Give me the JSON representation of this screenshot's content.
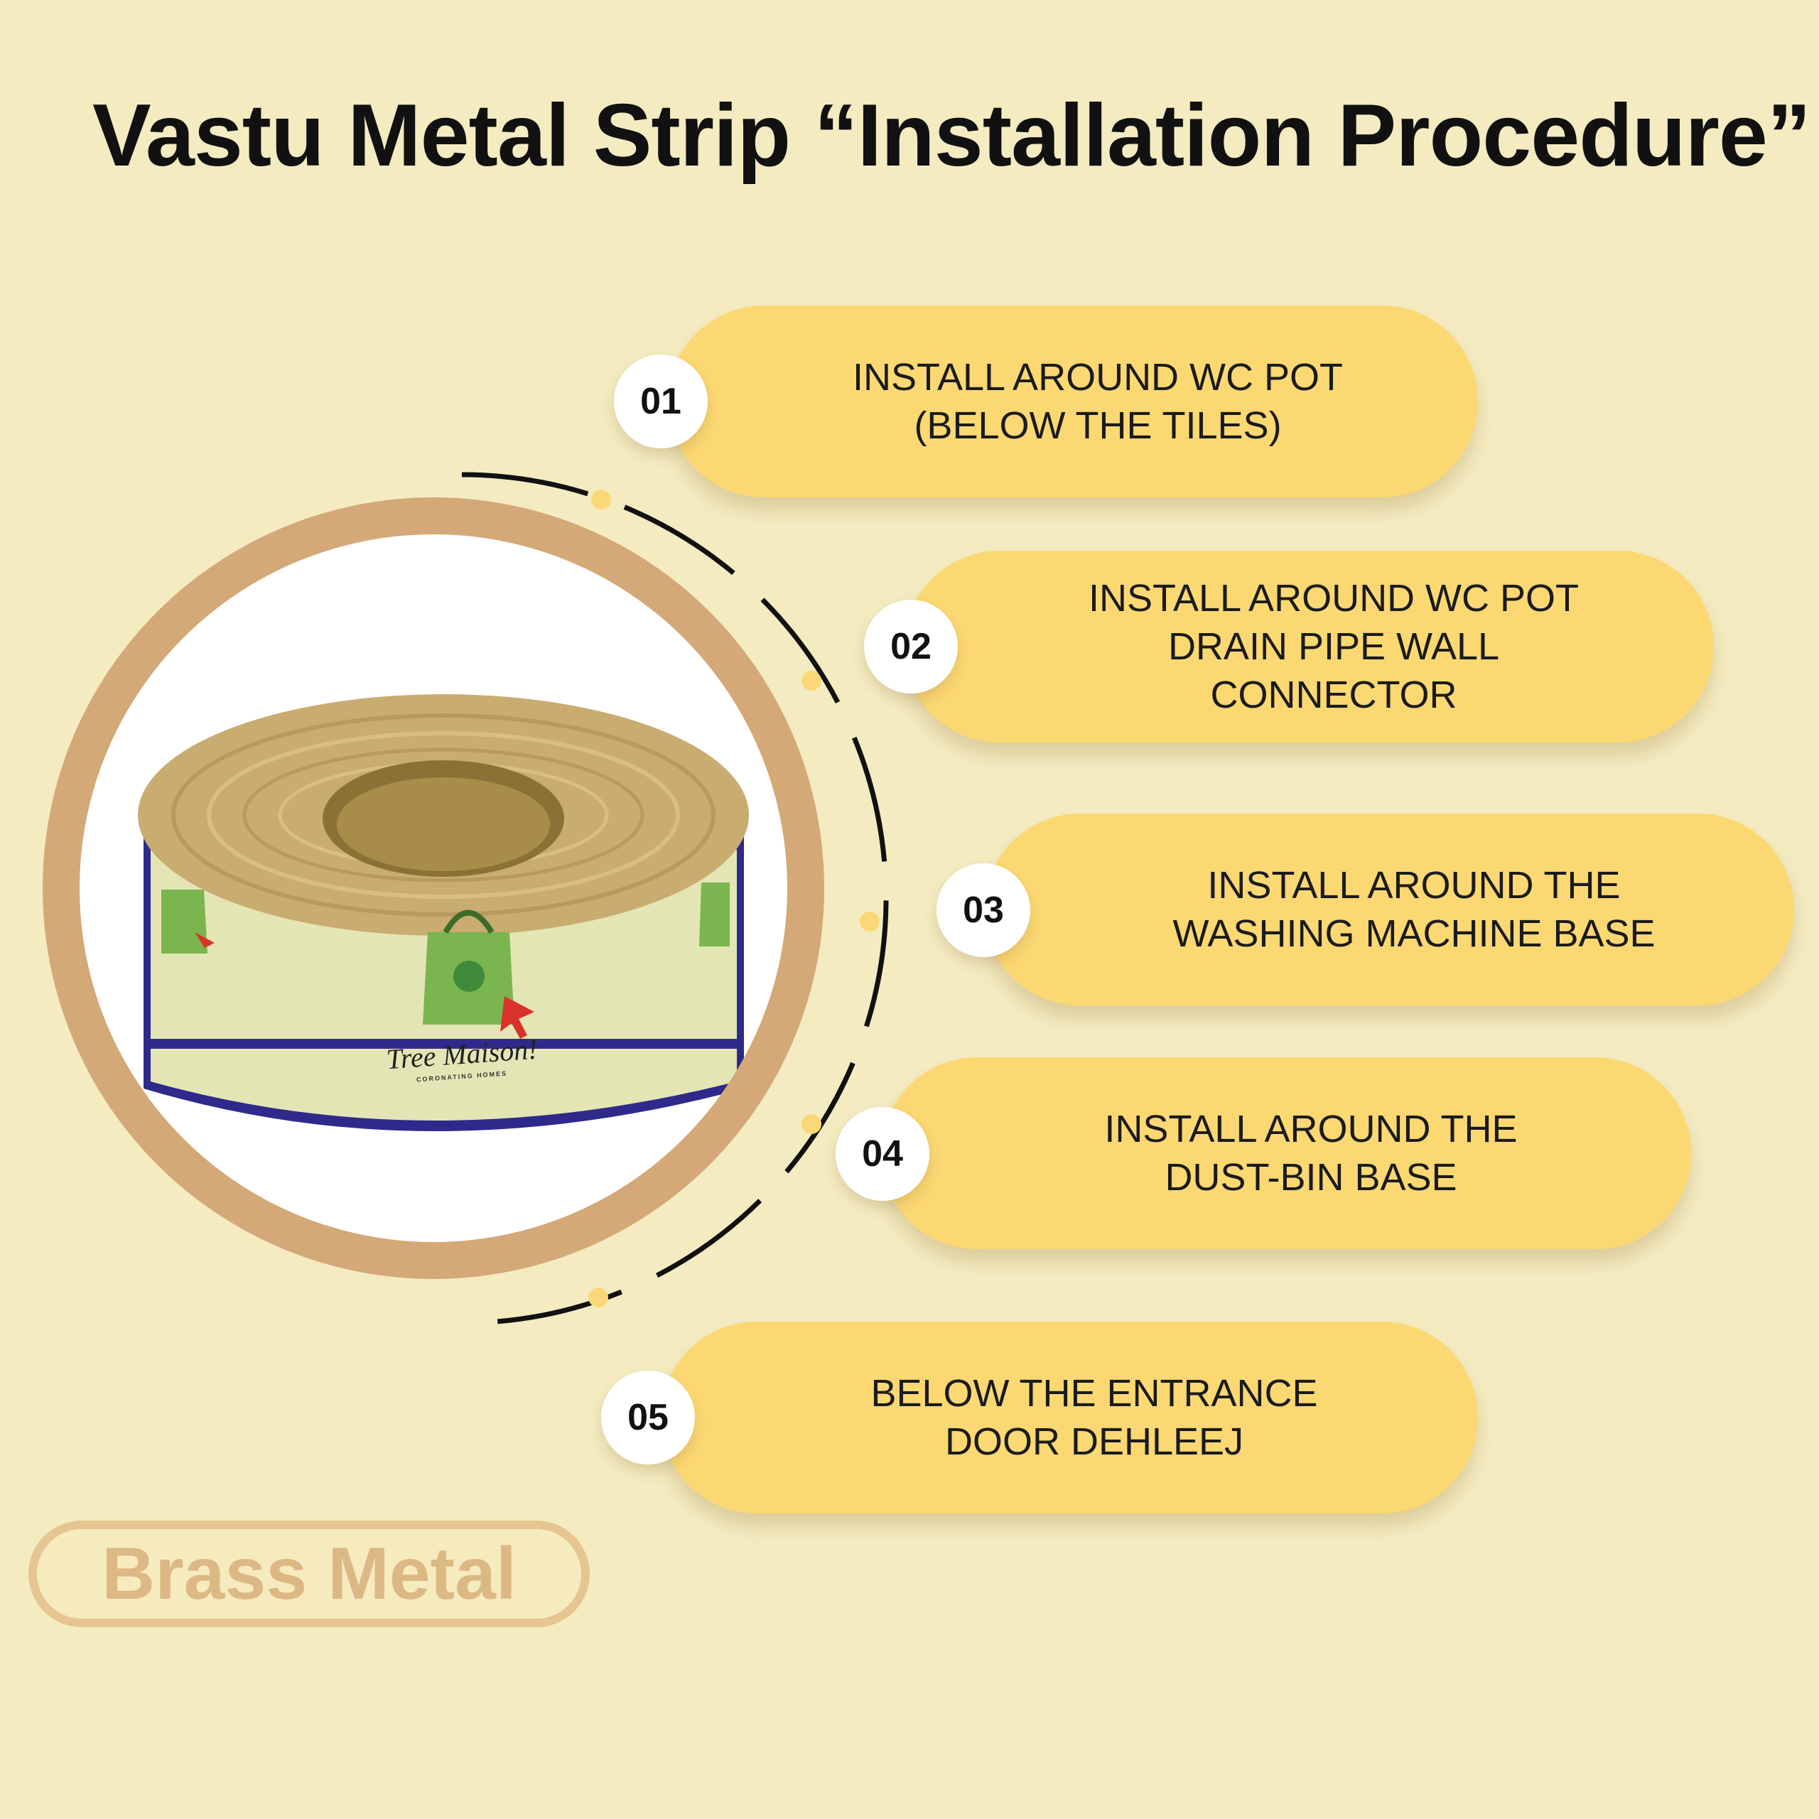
{
  "title": "Vastu Metal Strip “Installation Procedure”",
  "steps": [
    {
      "number": "01",
      "text": "INSTALL AROUND WC POT\n(BELOW THE TILES)"
    },
    {
      "number": "02",
      "text": "INSTALL AROUND WC POT\nDRAIN PIPE WALL\nCONNECTOR"
    },
    {
      "number": "03",
      "text": "INSTALL AROUND THE\nWASHING MACHINE BASE"
    },
    {
      "number": "04",
      "text": "INSTALL AROUND THE\nDUST-BIN BASE"
    },
    {
      "number": "05",
      "text": "BELOW THE ENTRANCE\nDOOR DEHLEEJ"
    }
  ],
  "product": {
    "brand": "Tree Maison!",
    "tagline": "CORONATING HOMES"
  },
  "badge": "Brass Metal",
  "colors": {
    "background": "#f4ebc1",
    "step_fill": "#fcd873",
    "ring": "#d4a877",
    "strip_band": "#2e2a8c",
    "strip_face": "#e3e6b4",
    "brass": "#c9ac70"
  }
}
